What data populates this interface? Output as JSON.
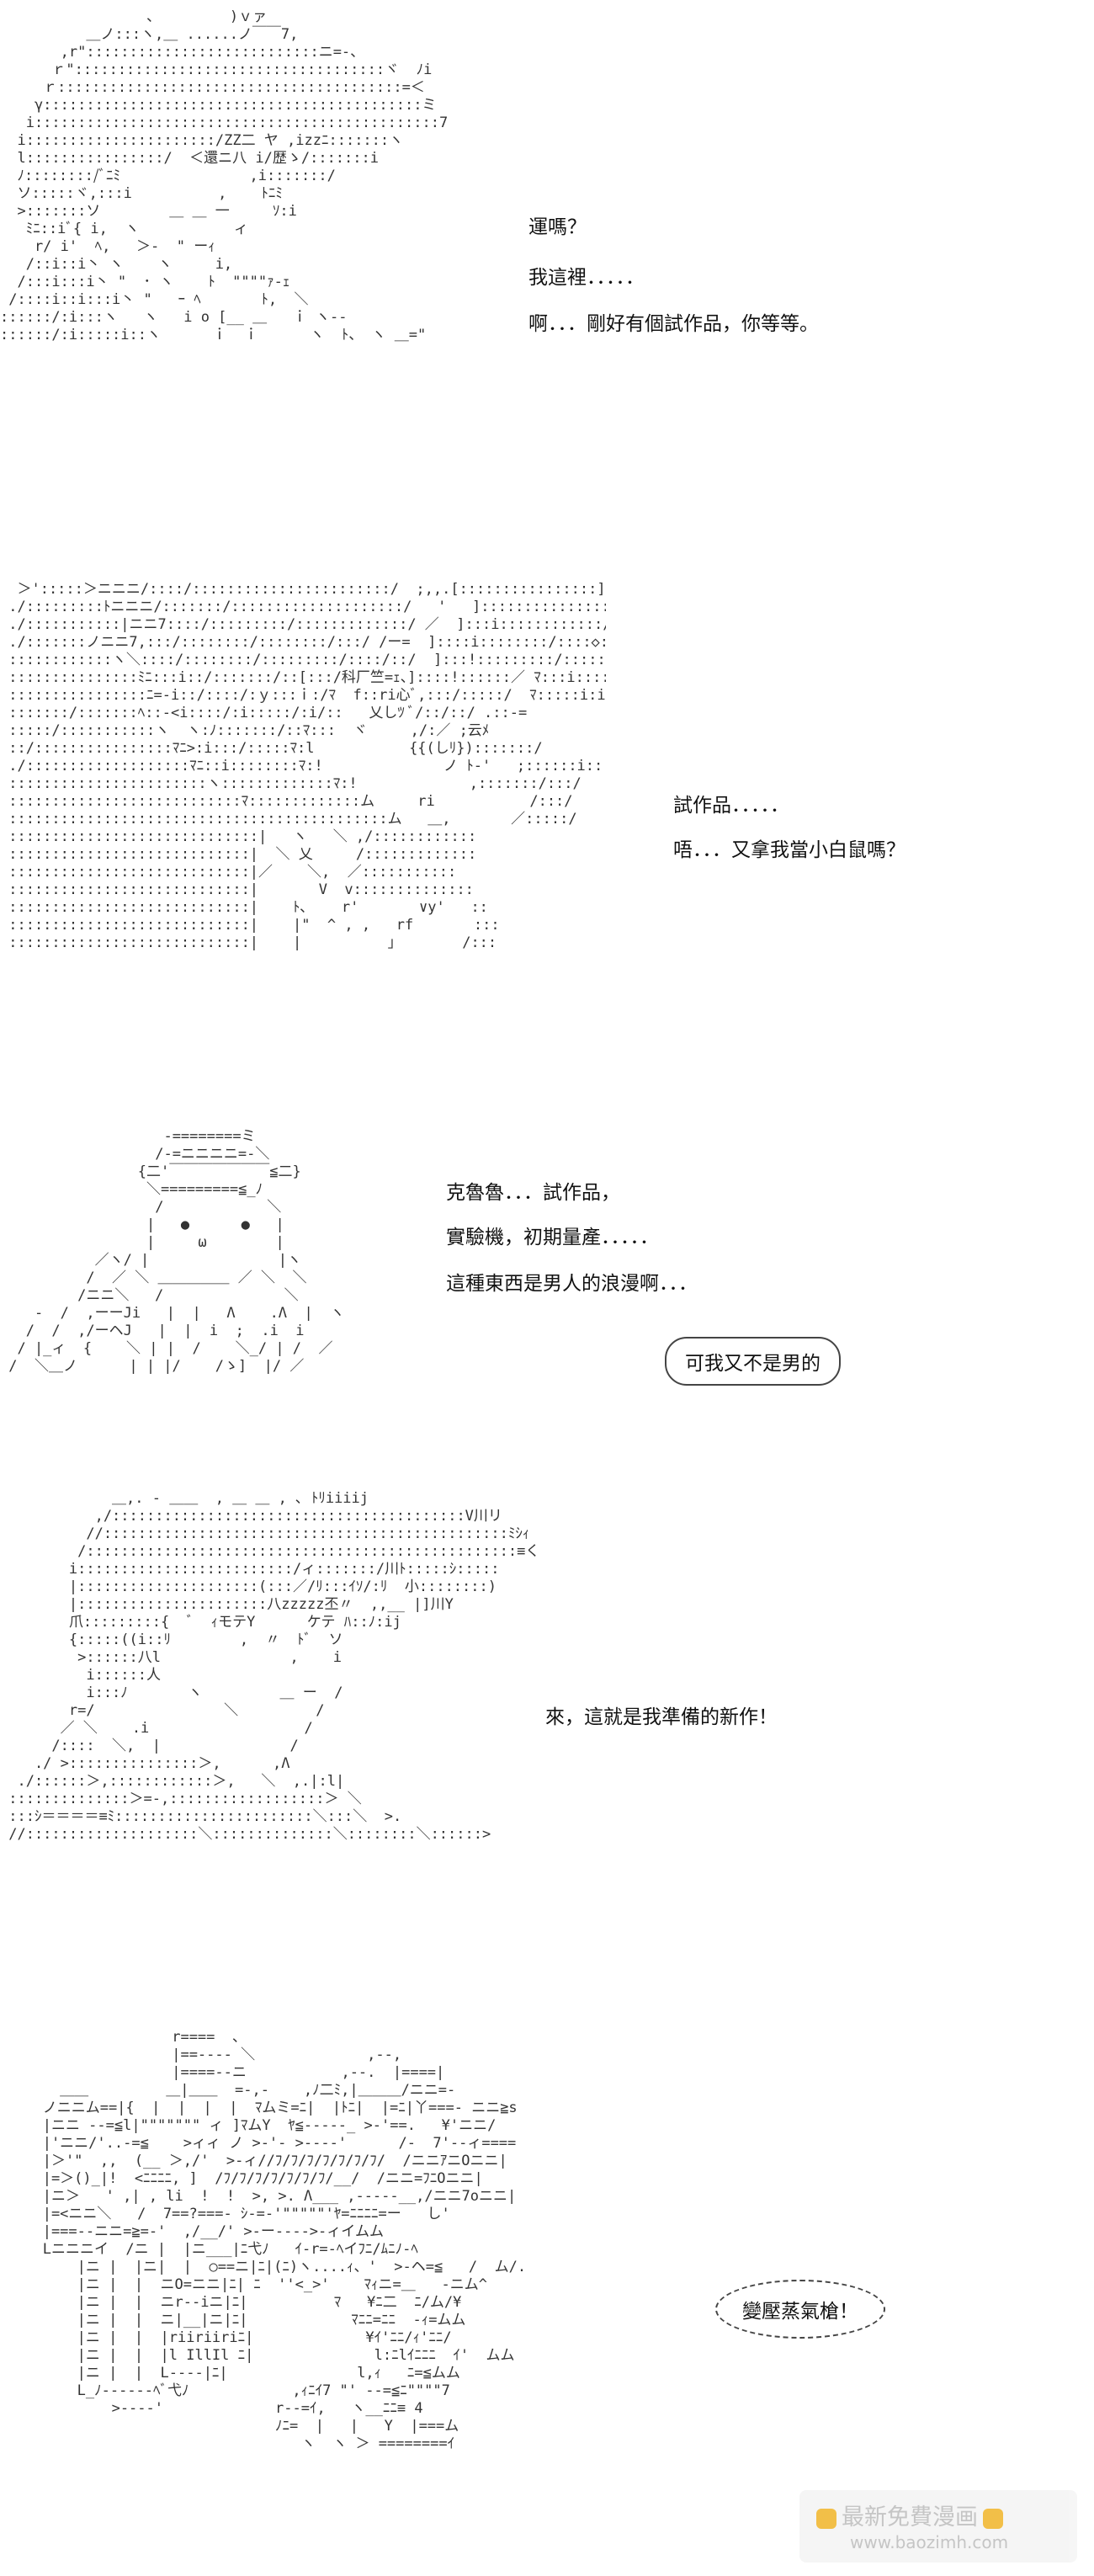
{
  "panels": [
    {
      "lines": [
        "運嗎？",
        "我這裡．．．．．",
        "啊．．．剛好有個試作品，你等等。"
      ],
      "art": "                 、        )ｖァ\n          ＿ノ:::ヽ,＿ ......ノ￣￣7,\n       ,r\":::::::::::::::::::::::::::ニ=-、\n      ｒ\"::::::::::::::::::::::::::::::::::::ヾ  ﾉi\n     ｒ::::::::::::::::::::::::::::::::::::::::=＜\n    γ::::::::::::::::::::::::::::::::::::::::::::ミ\n   i:::::::::::::::::::::::::::::::::::::::::::::::7\n  i::::::::::::::::::::::/ZZ二 ヤ ,izzﾆ:::::::ヽ\n  l::::::::::::::::/  ＜還ニ八 i/歴ゝ/:::::::i\n  ﾉ::::::::/ﾞﾆﾐ               ,i:::::::/\n  ソ:::::ヾ,:::i          ,    ﾄﾆﾐ\n  >:::::::ソ        ＿ ＿ 一     ｿ:i\n   ﾐﾆ::iﾞ{ i,  ヽ           ィ\n    r/ i'  ﾍ,   ＞-  \" ーｨ\n   /::i::i丶 ヽ    ヽ     i,\n  /:::i:::i丶 \"  ･ ヽ    ﾄ  \"\"\"\"ｧ-ｪ\n /::::i::i:::i丶 \"   ｰ ﾍ       ﾄ,  ＼\n::::::/:i:::ヽ   ヽ   i o [__ ＿   ｉ ヽ--\n::::::/:i:::::i::ヽ      ｉ  ｉ      ヽ  ﾄ、 ヽ ＿=\""
    },
    {
      "lines": [
        "試作品．．．．．",
        "唔．．．又拿我當小白鼠嗎？"
      ],
      "art": "  ＞':::::＞ニニニ/::::/:::::::::::::::::::::::/  ;,,.[::::::::::::::::]::::i、\n ./:::::::::ﾄニニニ/:::::::/::::::::::::::::::::/   '   ]::::::::::::::::ﾘ::::i、\n ./:::::::::::|ニニ7::::/:::::::::/:::::::::::::/ ／  ]:::i::::::::::::/:::::i:i\n ./:::::::ノニニ7,:::/::::::::/::::::::/:::/ /ー=  ]::::i::::::::/::::◇::=\n ::::::::::::ヽ＼::::/::::::::/:::::::::/::::/::/  ]:::!:::::::::/::::::ニ=-\n :::::::::::::::ﾐﾆ:::i::/:::::::/::[:::/科厂竺=ｪ、]::::!::::::／ ﾏ:::i::::]\n ::::::::::::::::ﾆ=-i::/::::/:ｙ:::ｉ:/ﾏ  f::ri心ﾞ,:::/:::::/  ﾏ:::::i:i\n :::::::/:::::::ﾍ::-<i::::/:i:::::/:i/::   乂しﾂ ﾞ/::/::/ .::-=\n :::::/:::::::::::ヽ  ヽ:ﾉ:::::::/::ﾏ:::  ヾ     ,/:／ ;云ﾒ\n ::/::::::::::::::::ﾏﾆ>:i:::/:::::ﾏ:l           {{(しﾘ}):::::::/\n ./:::::::::::::::::::ﾏﾆ::i::::::::ﾏ:!              ノ ﾄ-'   ;::::::i:::/\n :::::::::::::::::::::::ヽ:::::::::::::ﾏ:!             ,:::::::/:::/\n :::::::::::::::::::::::::::ﾏ:::::::::::::ム     ri           /:::/\n ::::::::::::::::::::::::::::::::::::::::::::ム   ＿,       ／:::::/\n :::::::::::::::::::::::::::::|   ヽ   ＼ ,/::::::::::::\n ::::::::::::::::::::::::::::|  ＼ 乂     /:::::::::::::\n ::::::::::::::::::::::::::::|／    ＼,  ／:::::::::::\n ::::::::::::::::::::::::::::|       V  v::::::::::::::\n ::::::::::::::::::::::::::::|    ﾄ､    r'       ∨y'   ::\n ::::::::::::::::::::::::::::|    |\"  ^ , ,   rf       :::\n ::::::::::::::::::::::::::::|    |          」       /:::"
    },
    {
      "lines": [
        "克魯魯．．．試作品，",
        "實驗機，初期量產．．．．．",
        "這種東西是男人的浪漫啊．．．"
      ],
      "bubble": "可我又不是男的",
      "art": "                   -========ミ\n                  /-=ニニニニ=-＼\n                {二'￣￣￣￣￣￣￣≦二}\n                 ＼=========≦_ﾉ\n                  /            ＼\n                 |   ●      ●   |\n                 |     ω        |\n           ／ヽ/ |               |ヽ\n          /  ／ ＼ ＿＿＿＿＿ ／ ＼  ＼\n         /ニニ＼   /              ＼\n    -  /  ,ーーJi   |  |   Λ    .Λ  |  ヽ\n   /  /  ,/ーヘJ   |  |  i  ;  .i  i\n  / |_ィ  {    ＼ | |  /    ＼_/ | /  ／\n /  ＼＿ノ      | | |/    /ゝ]  |/ ／"
    },
    {
      "lines": [
        "來，這就是我準備的新作！"
      ],
      "art": "             ＿,. - ＿＿  , ＿ ＿ , ､ ﾄﾘiiiij\n           ,/:::::::::::::::::::::::::::::::::::::::::V川リ\n          //:::::::::::::::::::::::::::::::::::::::::::::::ﾐｼｨ\n         /::::::::::::::::::::::::::::::::::::::::::::::::::≡く\n        i:::::::::::::::::::::::::/ィ:::::::/川ﾄ:::::ｼ:::::\n        |:::::::::::::::::::::(:::／/ﾘ:::ｲｿ/:ﾘ  小::::::::)\n        |::::::::::::::::::::::八zzzzz丕〃  ,,__ |]川Y\n        爪:::::::::{  ﾞ  ｨモテY      ケテ ﾊ::ﾉ:ij\n        {:::::((i::ﾘ        ,  〃  ﾄﾞ  ソ\n         >::::::八l               ,    i\n          i::::::人\n          i:::ﾉ       ヽ         ＿ ー  /\n        r=/               ＼         /\n       ／ ＼    .i                  /\n      /::::  ＼,  |               /\n    ./ >:::::::::::::::＞,      ,Λ\n  ./::::::＞,::::::::::::＞,   ＼  ,.|:l|\n ::::::::::::::＞=-,::::::::::::::::::＞ ＼\n :::ｼ＝＝＝＝≡ﾐ:::::::::::::::::::::::＼:::＼  >.\n //::::::::::::::::::::＼::::::::::::::＼::::::::＼::::::>"
    },
    {
      "burst": "變壓蒸氣槍！",
      "art": "                  r====  、\n                  |==---- ＼             ,--,\n                  |====--ニ           ,--.  |====|\n     ＿＿         ＿|＿＿  =-,-    ,ﾉ二ﾐ,|＿＿＿/ニニ=-\n   ノニニム==|{  |  |  |  |  ﾏムミ=ﾆ|  |ﾄﾆ|  |=ﾆ|丫===- ニニ≧s\n   |ニニ --=≦l|\"\"\"\"\"\"\" ィ ]ﾏムY  ﾔ≦-----_ >-'==.   ¥'ニニ/\n   |'ニニ/'..-=≦    >ィィ ノ >-'- >----'      /-  7'--ィ====\n   |＞'\"  ,,  (__ ＞,/'  >-ィ//ﾌ/ﾌ/ﾌ/ﾌ/ﾌ/ﾌ/ﾌ/  /ニニｱニOニニ|\n   |=＞()_|!  <ﾆﾆﾆﾆ, ]  /ﾌ/ﾌ/ﾌ/ﾌ/ﾌ/ﾌ/ﾌ/__/  /ニニ=ﾌﾆOニニ|\n   |ニ＞   ' ,| , li  !  !  >, >. Λ___ ,-----__,/ニニ7oニニ|\n   |=<ニニ＼   /  7==?===- ｼ-=-'\"\"\"\"\"'ﾔ=ﾆﾆﾆﾆ=ー   し'\n   |===--ニニ=≧=-'  ,/__/' >-ー---->-ィイムム\n   Lニニニイ  /ニ |  |ニ___|ﾆ弋ﾉ   ｲ-r=-ﾍイﾌﾆ/ﾑﾆﾉ-ﾍ\n       |ニ |  |ニ|  |  ○==ニ|ﾆ|(ﾆ)ヽ....ｨ、'  >-ヘ=≦   /  ム/.\n       |ニ |  |  ニO=ニニ|ﾆ| ﾆ  ''<_>'    ﾏｨニ=＿   -ニム^\n       |ニ |  |  ニr--iニ|ﾆ|          ﾏ   ¥ﾆ二  ﾆ/ム/¥\n       |ニ |  |  ニ|__|ニ|ﾆ|            ﾏﾆﾆ=ﾆﾆ  -ｨ=ムム\n       |ニ |  |  |riiriiriﾆ|             ¥ｲ'ﾆﾆ/ｨ'ﾆﾆ/\n       |ニ |  |  |l IllIl ﾆ|              l:ﾆlｲﾆﾆﾆ  ｲ'  ムム\n       |ニ |  |  L--‐‐|ﾆ|               l,ｨ   ﾆ=≦ムム\n       L_ﾉ--‐‐‐‐ﾍﾞ弋ﾉ            ,ｨﾆｲ7 \"' --=≦ﾆ\"\"\"\"7\n           >----'             r--=ｲ,   ヽ__ﾆﾆ≡ 4\n                              ﾉﾆ=  |   |   Y  |===ム\n                                 ヽ  ヽ ＞ ========ｲ"
    }
  ],
  "watermark": {
    "title": "最新免費漫画",
    "url": "www.baozimh.com"
  }
}
